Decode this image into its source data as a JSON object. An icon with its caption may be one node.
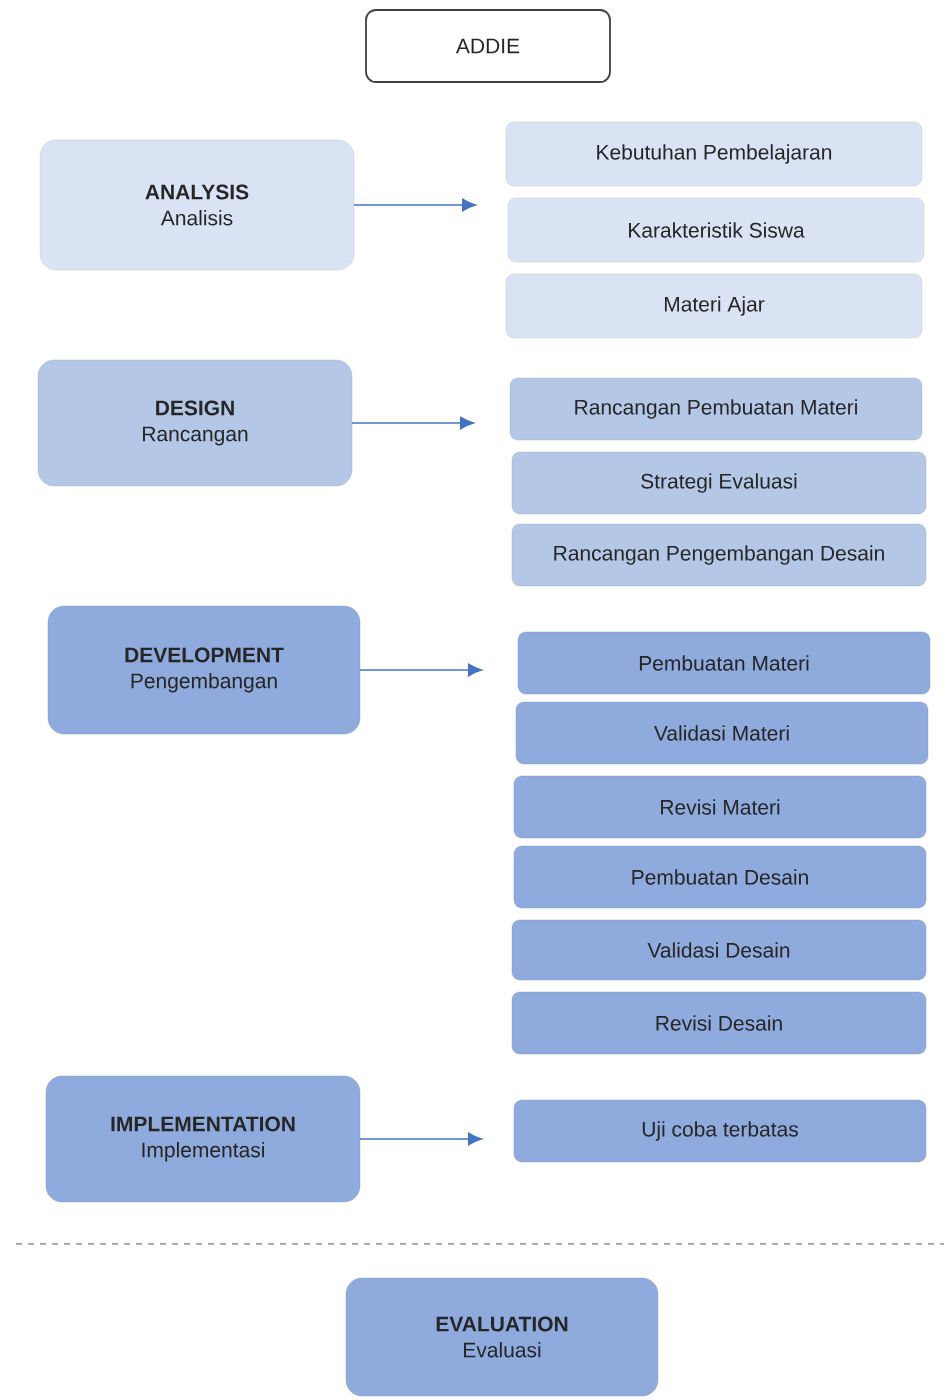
{
  "diagram": {
    "nodes": [
      {
        "text": [
          "ADDIE"
        ]
      },
      {
        "text": [
          "ANALYSIS",
          "Analisis"
        ]
      },
      {
        "text": [
          "Kebutuhan Pembelajaran"
        ]
      },
      {
        "text": [
          "Karakteristik Siswa"
        ]
      },
      {
        "text": [
          "Materi Ajar"
        ]
      },
      {
        "text": [
          "DESIGN",
          "Rancangan"
        ]
      },
      {
        "text": [
          "Rancangan Pembuatan Materi"
        ]
      },
      {
        "text": [
          "Strategi Evaluasi"
        ]
      },
      {
        "text": [
          "Rancangan Pengembangan Desain"
        ]
      },
      {
        "text": [
          "DEVELOPMENT",
          "Pengembangan"
        ]
      },
      {
        "text": [
          "Pembuatan Materi"
        ]
      },
      {
        "text": [
          "Validasi Materi"
        ]
      },
      {
        "text": [
          "Revisi Materi"
        ]
      },
      {
        "text": [
          "Pembuatan Desain"
        ]
      },
      {
        "text": [
          "Validasi Desain"
        ]
      },
      {
        "text": [
          "Revisi Desain"
        ]
      },
      {
        "text": [
          "IMPLEMENTATION",
          "Implementasi"
        ]
      },
      {
        "text": [
          "Uji coba terbatas"
        ]
      },
      {
        "text": [
          "EVALUATION",
          "Evaluasi"
        ]
      }
    ],
    "edges": [
      {
        "from": 1,
        "to": null,
        "arrow": "to"
      },
      {
        "from": 5,
        "to": null,
        "arrow": "to"
      },
      {
        "from": 9,
        "to": null,
        "arrow": "to"
      },
      {
        "from": 16,
        "to": null,
        "arrow": "to"
      }
    ]
  }
}
